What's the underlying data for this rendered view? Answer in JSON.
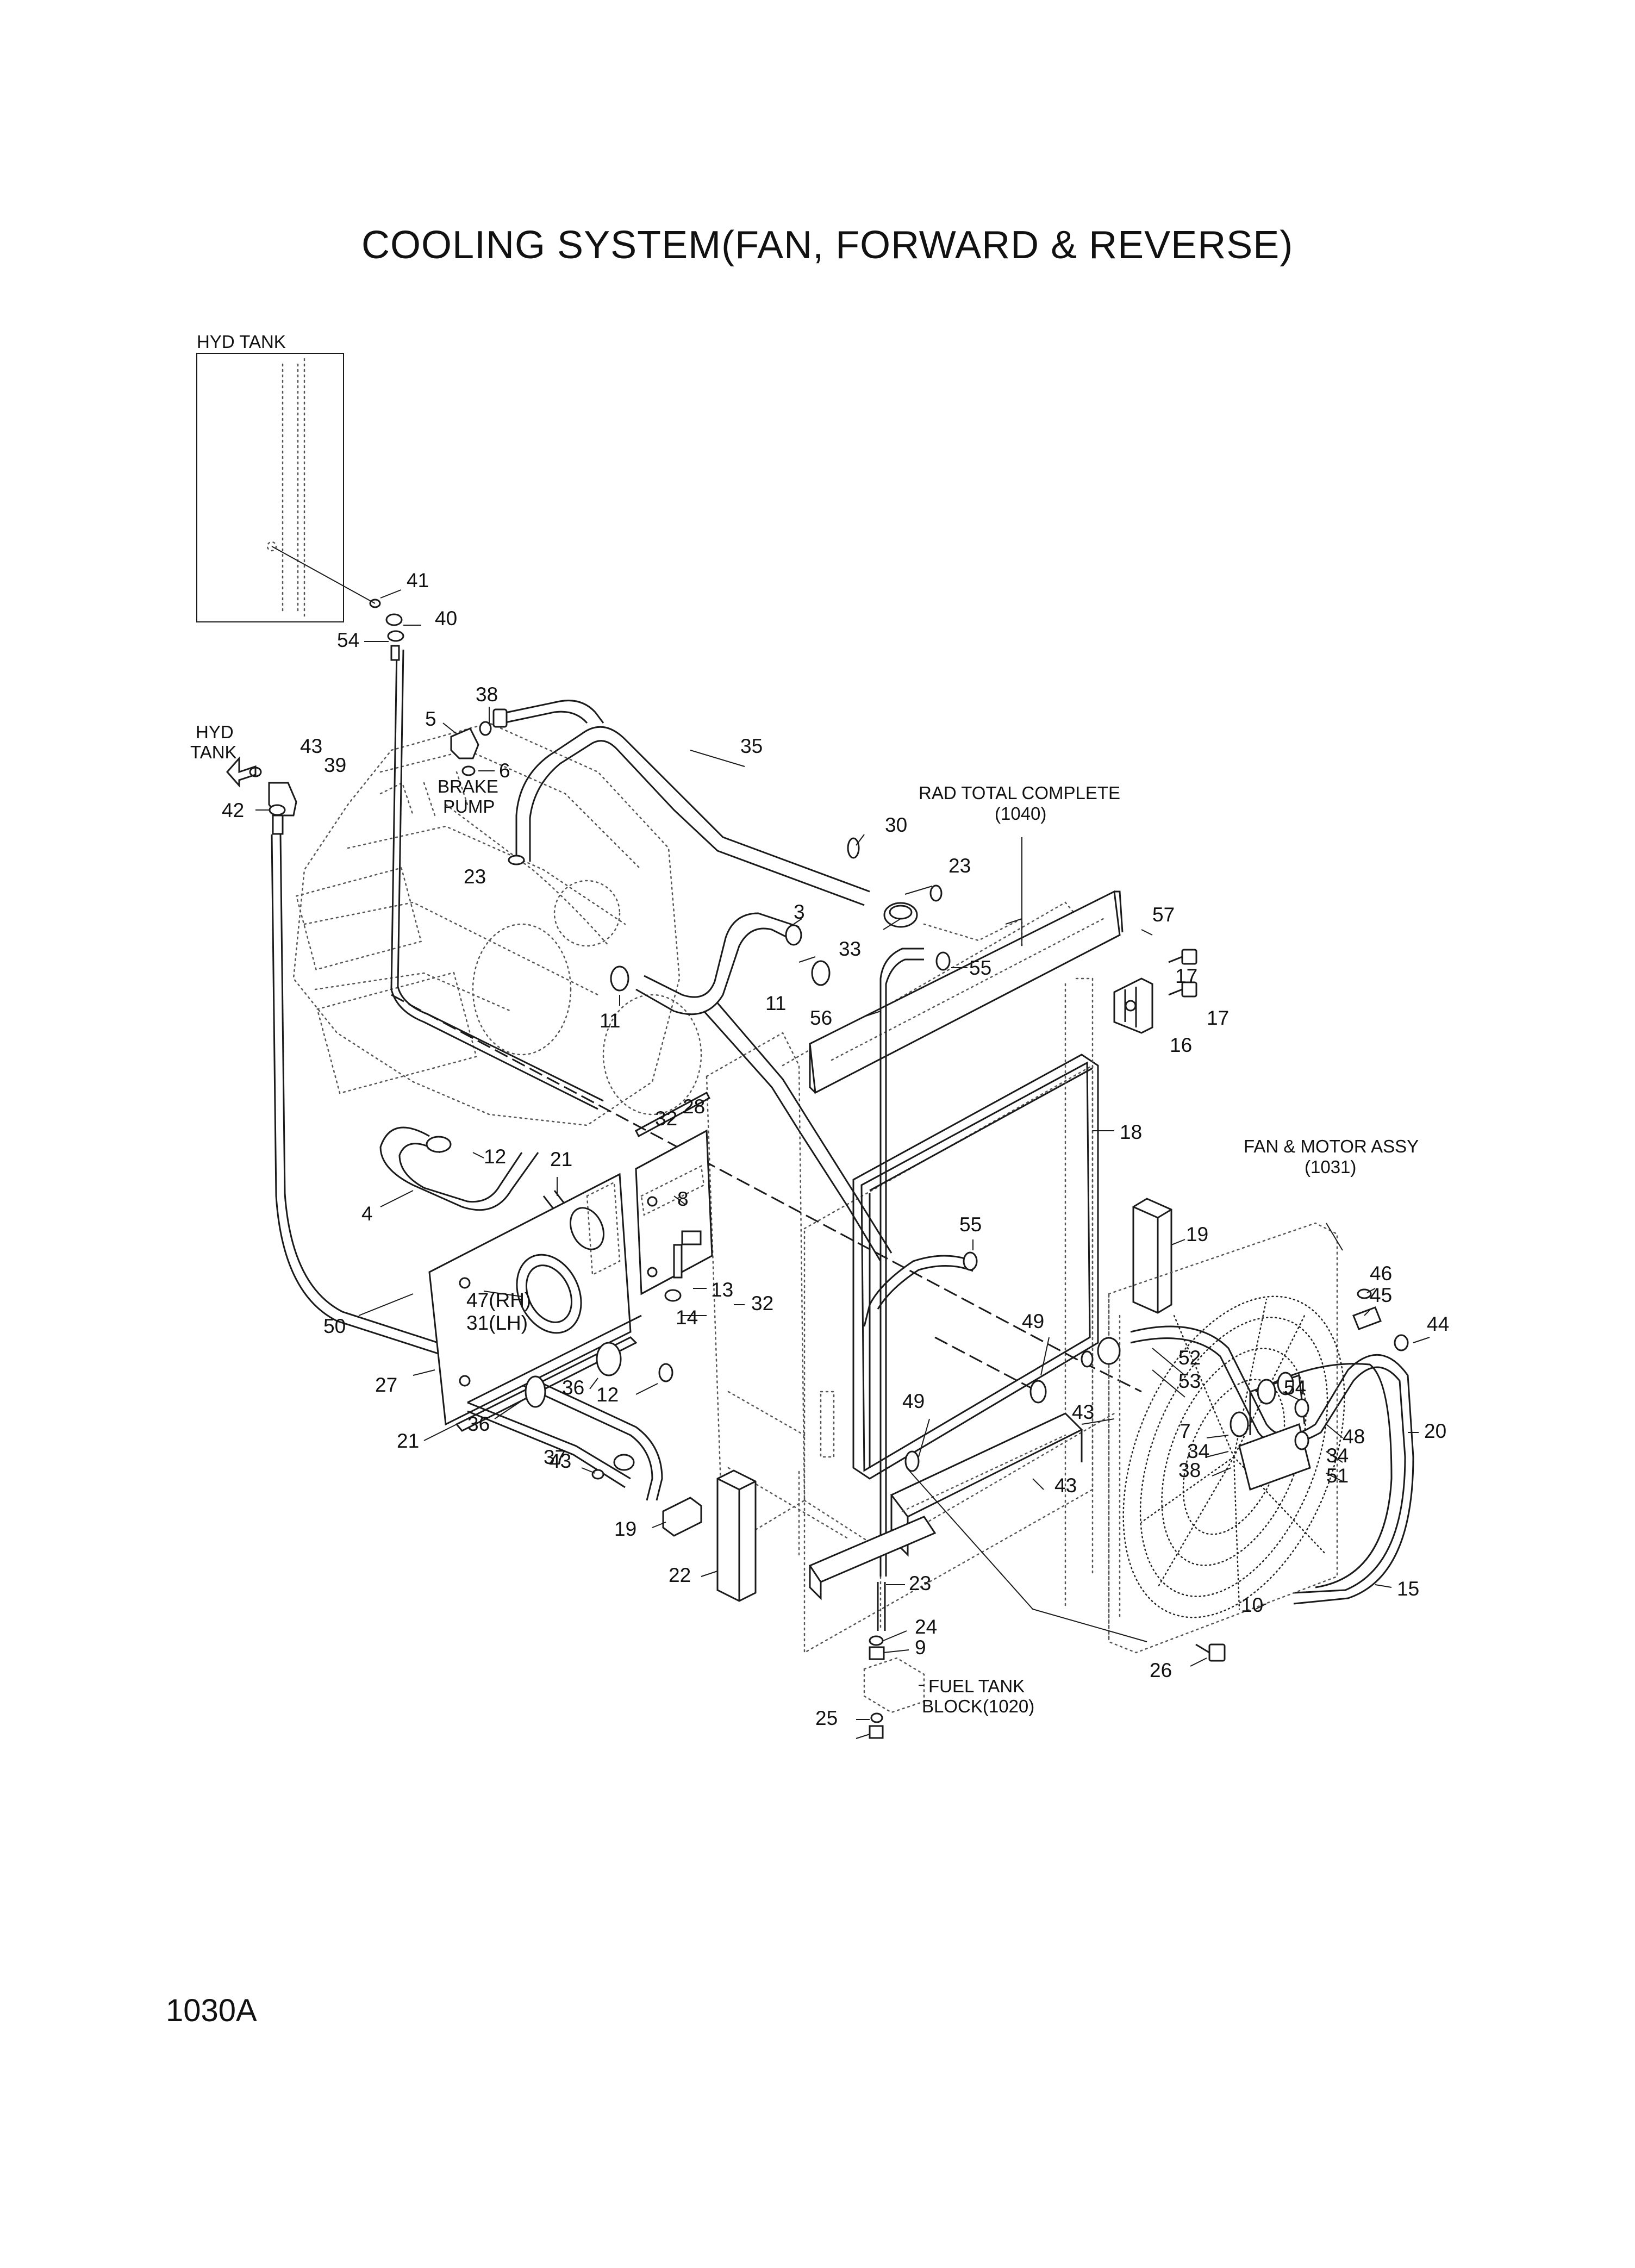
{
  "title": "COOLING SYSTEM(FAN, FORWARD & REVERSE)",
  "page_code": "1030A",
  "callouts": {
    "hyd_tank_box": "HYD TANK",
    "hyd_tank_l1": "HYD",
    "hyd_tank_l2": "TANK",
    "brake_pump_l1": "BRAKE",
    "brake_pump_l2": "PUMP",
    "rad_total_l1": "RAD TOTAL COMPLETE",
    "rad_total_l2": "(1040)",
    "fan_motor_l1": "FAN & MOTOR ASSY",
    "fan_motor_l2": "(1031)",
    "fuel_tank_l1": "FUEL TANK",
    "fuel_tank_l2": "BLOCK(1020)",
    "rh": "47(RH)",
    "lh": "31(LH)"
  },
  "part_numbers": [
    "41",
    "40",
    "54",
    "38",
    "5",
    "6",
    "43",
    "39",
    "42",
    "35",
    "30",
    "23",
    "23",
    "3",
    "33",
    "55",
    "57",
    "17",
    "17",
    "16",
    "11",
    "56",
    "11",
    "32",
    "28",
    "12",
    "21",
    "18",
    "4",
    "8",
    "55",
    "19",
    "13",
    "14",
    "32",
    "47",
    "31",
    "50",
    "49",
    "27",
    "36",
    "12",
    "49",
    "52",
    "53",
    "46",
    "45",
    "44",
    "21",
    "36",
    "43",
    "54",
    "43",
    "7",
    "34",
    "38",
    "48",
    "34",
    "51",
    "20",
    "43",
    "37",
    "19",
    "22",
    "23",
    "24",
    "9",
    "10",
    "15",
    "26",
    "25"
  ]
}
